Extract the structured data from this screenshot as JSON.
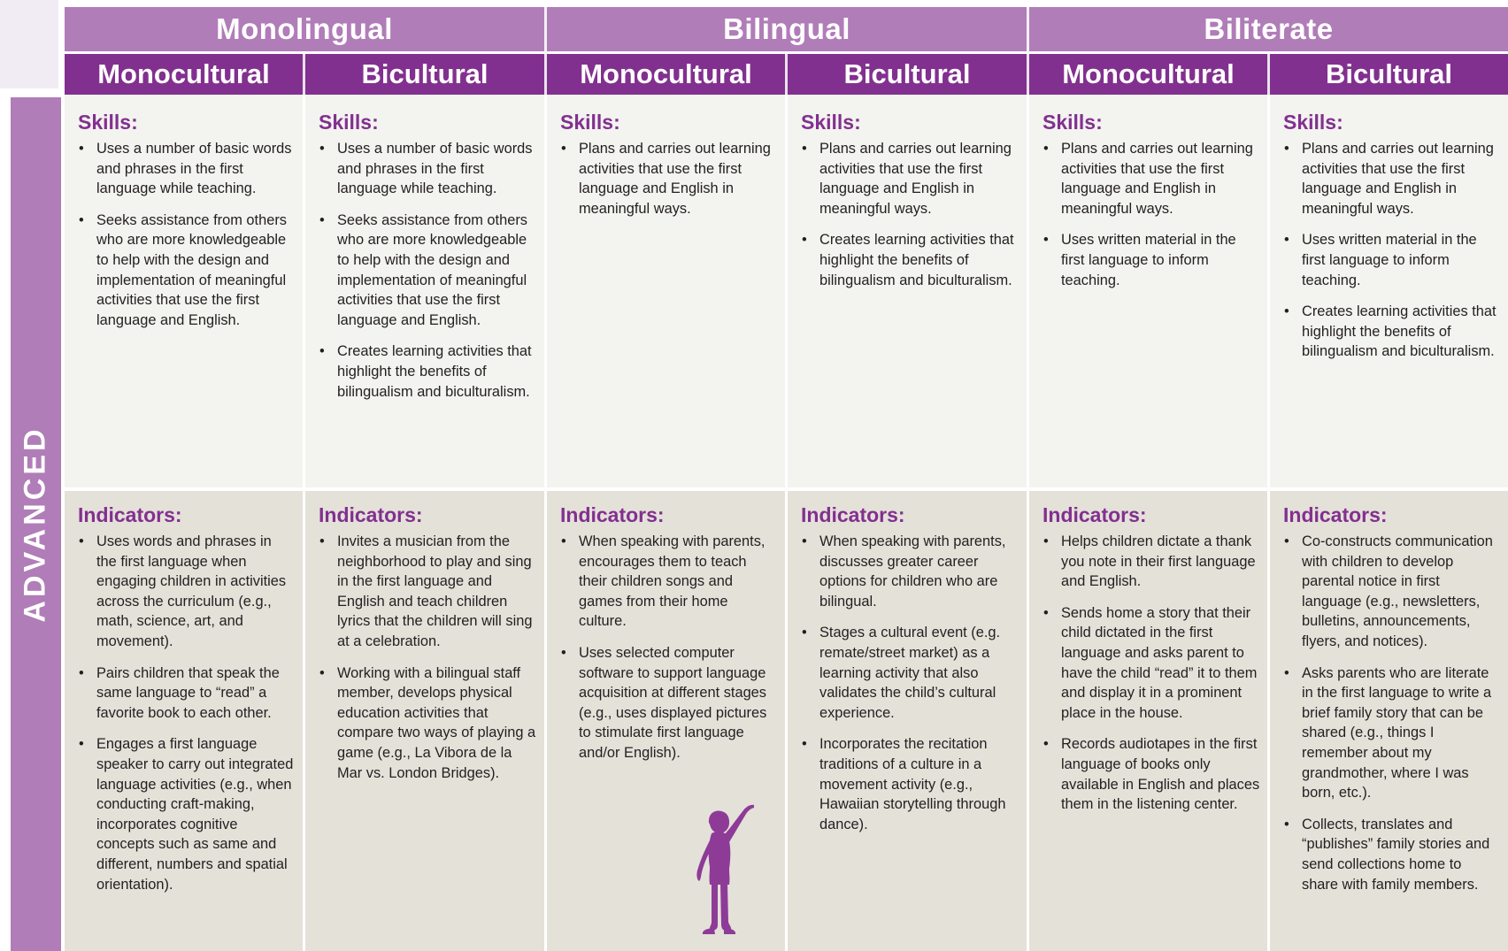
{
  "side_label": "ADVANCED",
  "top_headers": [
    "Monolingual",
    "Bilingual",
    "Biliterate"
  ],
  "sub_headers": [
    "Monocultural",
    "Bicultural",
    "Monocultural",
    "Bicultural",
    "Monocultural",
    "Bicultural"
  ],
  "skills_heading": "Skills:",
  "indicators_heading": "Indicators:",
  "columns": [
    {
      "skills": [
        "Uses a number of basic words and phrases in the first language while teaching.",
        "Seeks assistance from others who are more knowledgeable to help with the design and implementation of meaningful activities that use the first language and English."
      ],
      "indicators": [
        "Uses words and phrases in the first language when engaging children in activities across the curriculum (e.g., math, science, art, and movement).",
        "Pairs children that speak the same language to “read” a favorite book to each other.",
        "Engages a first language speaker to carry out integrated language activities (e.g., when conducting craft-making, incorporates cognitive concepts such as same and different, numbers and spatial orientation)."
      ]
    },
    {
      "skills": [
        "Uses a number of basic words and phrases in the first language while teaching.",
        "Seeks assistance from others who are more knowledgeable to help with the design and implementation of meaningful activities that use the first language and English.",
        "Creates learning activities that highlight the benefits of bilingualism and biculturalism."
      ],
      "indicators": [
        "Invites a musician from the neighborhood to play and sing in the first language and English and teach children lyrics that the children will sing at a celebration.",
        "Working with a bilingual staff member, develops physical education activities that compare two ways of playing a game (e.g., La Vibora de la Mar vs. London Bridges)."
      ]
    },
    {
      "skills": [
        "Plans and carries out learning activities that use the first language and English in meaningful ways."
      ],
      "indicators": [
        "When speaking with parents, encourages them to teach their children songs and games from their home culture.",
        "Uses selected computer software to support language acquisition at different stages (e.g., uses displayed pictures to stimulate first language and/or English)."
      ]
    },
    {
      "skills": [
        "Plans and carries out learning activities that use the first language and English in meaningful ways.",
        "Creates learning activities that highlight the benefits of bilingualism and biculturalism."
      ],
      "indicators": [
        "When speaking with parents, discusses greater career options for children who are bilingual.",
        "Stages a cultural event (e.g. remate/street market) as a learning activity that also validates the child’s cultural experience.",
        "Incorporates the recitation traditions of a culture in a movement activity (e.g., Hawaiian storytelling through dance)."
      ]
    },
    {
      "skills": [
        "Plans and carries out learning activities that use the first language and English in meaningful ways.",
        "Uses written material in the first language to inform teaching."
      ],
      "indicators": [
        "Helps children dictate a thank you note in their first language and English.",
        "Sends home a story that their child dictated in the first language and asks parent to have the child “read” it to them and display it in a prominent place in the house.",
        "Records audiotapes in the first language of books only available in English and places them in the listening center."
      ]
    },
    {
      "skills": [
        "Plans and carries out learning activities that use the first language and English in meaningful ways.",
        "Uses written material in the first language to inform teaching.",
        "Creates learning activities that highlight the benefits of bilingualism and biculturalism."
      ],
      "indicators": [
        "Co-constructs communication with children to develop parental notice in first language (e.g., newsletters, bulletins, announcements, flyers, and notices).",
        "Asks parents who are literate in the first language to write a brief family story that can be shared (e.g., things I remember about my grandmother, where I was born, etc.).",
        "Collects, translates and “publishes” family stories and send collections home to share with family members."
      ]
    }
  ],
  "colors": {
    "header_light": "#b07db8",
    "header_dark": "#82308f",
    "skills_bg": "#f3f3ef",
    "indicators_bg": "#e4e1d9",
    "silhouette": "#8e3b98"
  },
  "icons": {
    "silhouette": "child-reaching-silhouette-icon"
  }
}
